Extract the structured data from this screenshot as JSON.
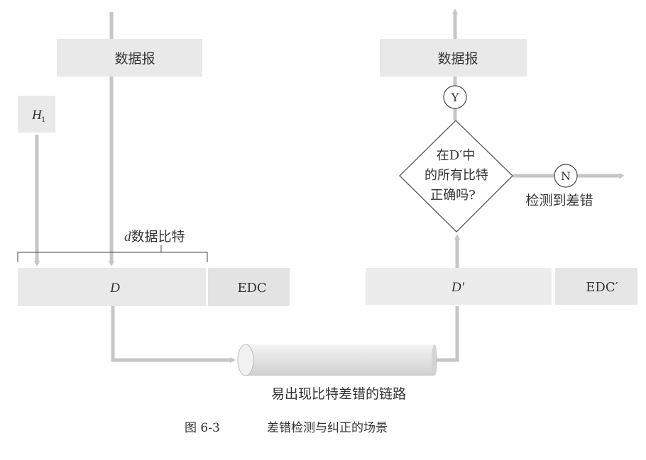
{
  "sender": {
    "datagram_label": "数据报",
    "header_label": "H",
    "header_subscript": "1",
    "data_bits_label_var": "d",
    "data_bits_label": "数据比特",
    "data_label": "D",
    "edc_label": "EDC"
  },
  "link": {
    "label": "易出现比特差错的链路"
  },
  "receiver": {
    "datagram_label": "数据报",
    "yes_label": "Y",
    "no_label": "N",
    "decision_lines": [
      "在D′中",
      "的所有比特",
      "正确吗?"
    ],
    "error_detected_label": "检测到差错",
    "data_label": "D′",
    "edc_label": "EDC′"
  },
  "caption": {
    "figure_number": "图 6-3",
    "title": "差错检测与纠正的场景"
  },
  "colors": {
    "box_fill": "#e9e9e9",
    "arrow": "#c6c6c6",
    "outline": "#444444"
  }
}
